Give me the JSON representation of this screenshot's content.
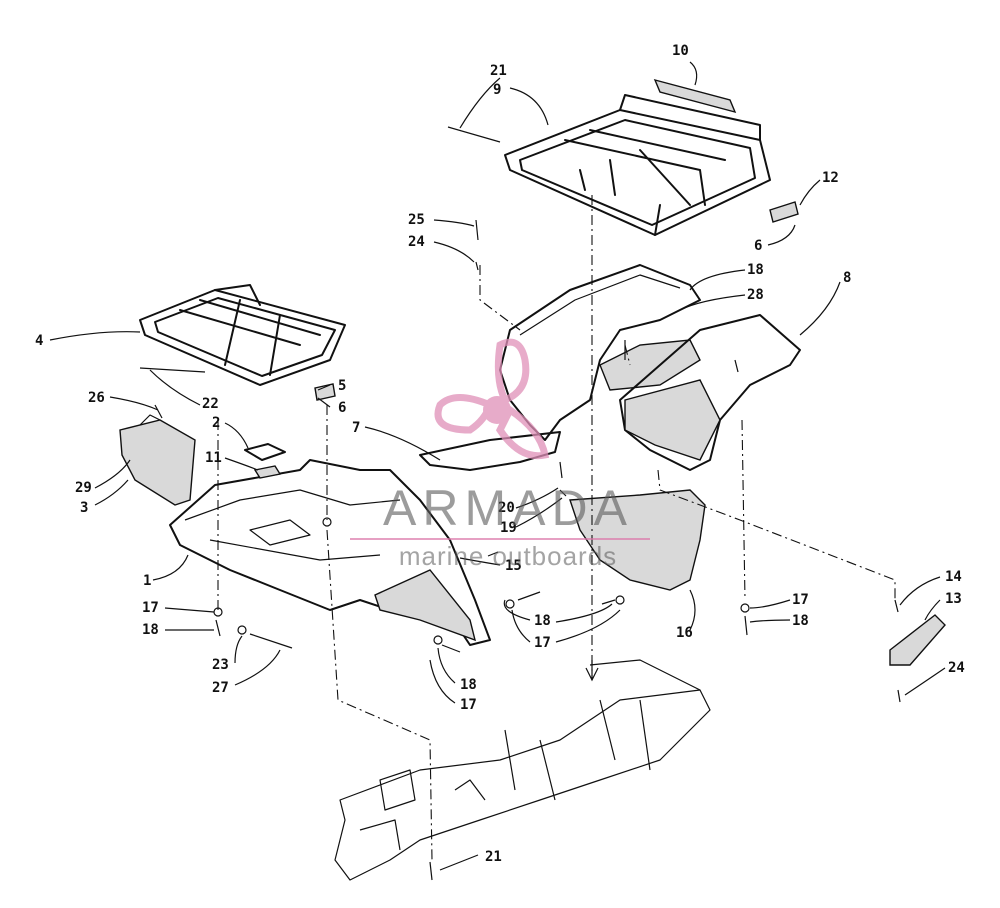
{
  "watermark": {
    "brand": "ARMADA",
    "tagline": "marine outboards",
    "accent_color": "#e090b8"
  },
  "callouts": {
    "c1": "1",
    "c2": "2",
    "c3": "3",
    "c4": "4",
    "c5": "5",
    "c6": "6",
    "c6b": "6",
    "c7": "7",
    "c8": "8",
    "c9": "9",
    "c10": "10",
    "c11": "11",
    "c12": "12",
    "c13": "13",
    "c14": "14",
    "c15": "15",
    "c16": "16",
    "c17a": "17",
    "c17b": "17",
    "c17c": "17",
    "c17d": "17",
    "c18a": "18",
    "c18b": "18",
    "c18c": "18",
    "c18d": "18",
    "c18e": "18",
    "c19": "19",
    "c20": "20",
    "c21a": "21",
    "c21b": "21",
    "c22": "22",
    "c23": "23",
    "c24a": "24",
    "c24b": "24",
    "c25": "25",
    "c26": "26",
    "c27": "27",
    "c28": "28",
    "c29": "29"
  }
}
